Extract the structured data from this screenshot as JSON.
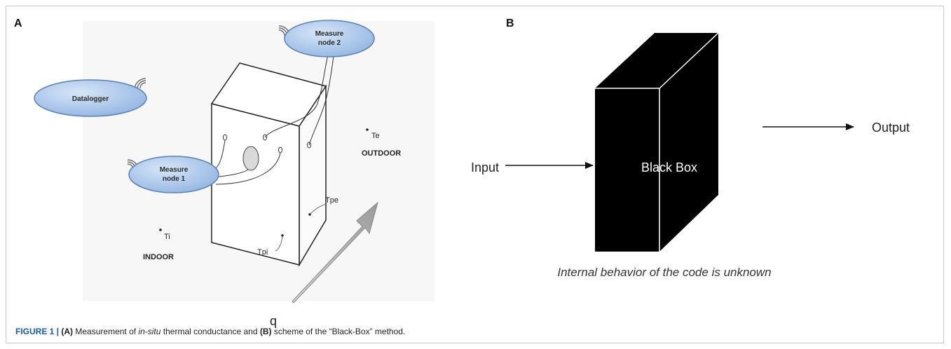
{
  "panels": {
    "a": {
      "letter": "A",
      "datalogger": "Datalogger",
      "node2_line1": "Measure",
      "node2_line2": "node 2",
      "node1_line1": "Measure",
      "node1_line2": "node 1",
      "te": "Te",
      "outdoor": "OUTDOOR",
      "tpe": "Tpe",
      "ti": "Ti",
      "indoor": "INDOOR",
      "tpi": "Tpi",
      "q": "q"
    },
    "b": {
      "letter": "B",
      "input": "Input",
      "output": "Output",
      "box_label": "Black Box",
      "note": "Internal behavior of the code is unknown"
    }
  },
  "caption": {
    "label": "FIGURE 1 | ",
    "a_marker": "(A)",
    "text1": " Measurement of ",
    "italic": "in-situ",
    "text2": " thermal conductance and ",
    "b_marker": "(B)",
    "text3": " scheme of the “Black-Box” method."
  },
  "colors": {
    "ellipse_fill": "#a9c6ea",
    "ellipse_stroke": "#5b7fb3",
    "box": "#000000",
    "arrow_fill": "#b8b8b8",
    "caption_label": "#1a5aa8"
  }
}
